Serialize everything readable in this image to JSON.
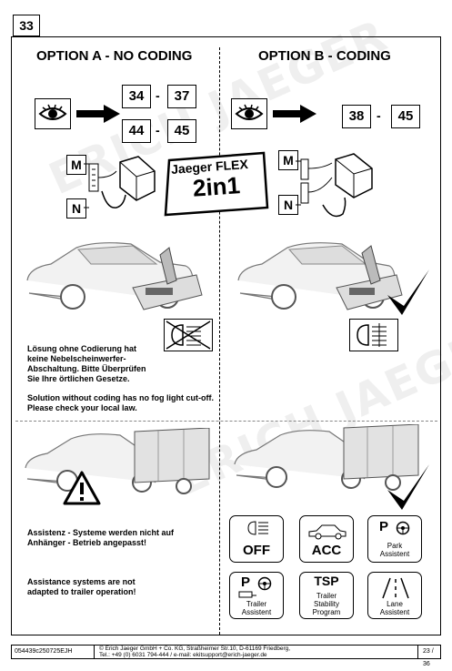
{
  "page_number": "33",
  "watermark": "ERICH JAEGER",
  "option_a": {
    "title": "OPTION A - NO CODING",
    "pins_top": [
      "34",
      "37"
    ],
    "pins_bottom": [
      "44",
      "45"
    ],
    "mode_m": "M",
    "mode_n": "N",
    "note_de": "Lösung ohne Codierung hat keine Nebelscheinwerfer-Abschaltung. Bitte Überprüfen Sie Ihre örtlichen Gesetze.",
    "note_en": "Solution without coding has no fog light cut-off. Please check your local law.",
    "assist_de": "Assistenz - Systeme werden nicht auf Anhänger - Betrieb angepasst!",
    "assist_en": "Assistance systems are not adapted to trailer operation!"
  },
  "option_b": {
    "title": "OPTION B - CODING",
    "pins": [
      "38",
      "45"
    ],
    "mode_m": "M",
    "mode_n": "N"
  },
  "badge": {
    "line1": "Jaeger FLEX",
    "line2": "2in1"
  },
  "dash": "-",
  "assist_icons": [
    {
      "label": "OFF"
    },
    {
      "label": "ACC"
    },
    {
      "letter": "P",
      "label": "Park Assistent"
    },
    {
      "letter": "P",
      "label": "Trailer Assistent"
    },
    {
      "letter": "TSP",
      "label": "Trailer Stability Program"
    },
    {
      "label": "Lane Assistent"
    }
  ],
  "footer": {
    "doc_id": "054439c250725EJH",
    "company_line1": "© Erich Jaeger GmbH + Co. KG, Straßheimer Str.10, D-61169 Friedberg,",
    "company_line2": "Tel.: +49 (0) 6031 794-444 / e-mail: ekitsupport@erich-jaeger.de",
    "page": "23 / 36"
  },
  "colors": {
    "check": "#000000",
    "warning_fill": "#ffffff",
    "watermark": "#efefef"
  }
}
